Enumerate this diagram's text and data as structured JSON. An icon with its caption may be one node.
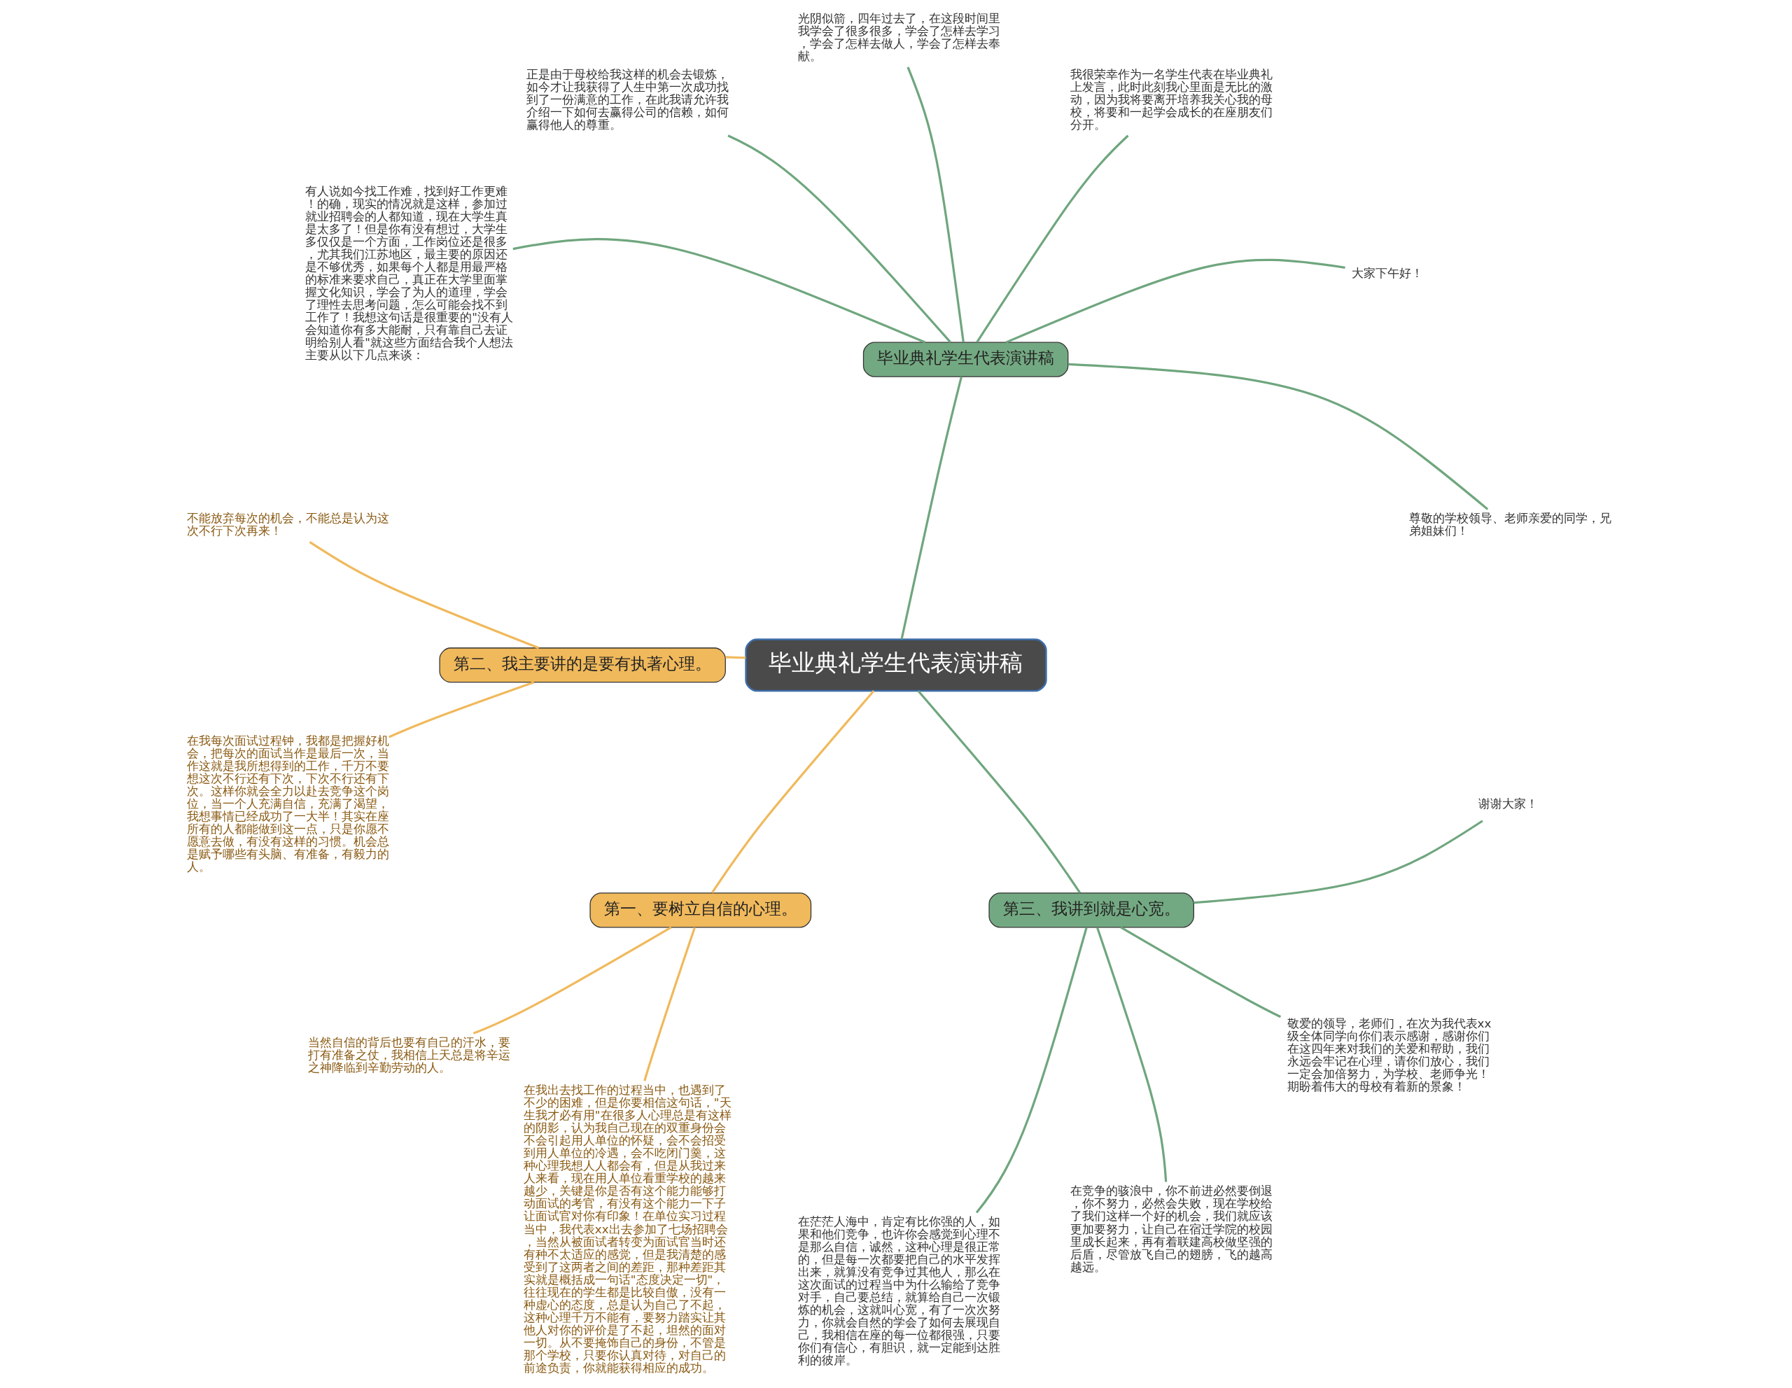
{
  "diagram": {
    "nodes": [
      {
        "text": [
          "毕业典礼学生代表演讲稿"
        ]
      },
      {
        "text": [
          "毕业典礼学生代表演讲稿"
        ]
      },
      {
        "text": [
          "尊敬的学校领导、老师亲爱的同学，兄弟姐妹们！"
        ]
      },
      {
        "text": [
          "大家下午好！"
        ]
      },
      {
        "text": [
          "我很荣幸作为一名学生代表在毕业典礼上发言，此时此刻我心里面是无比的激动，因为我将要离开培养我关心我的母校，将要和一起学会成长的在座朋友们分开。"
        ]
      },
      {
        "text": [
          "光阴似箭，四年过去了，在这段时间里我学会了很多很多，学会了怎样去学习，学会了怎样去做人，学会了怎样去奉献。"
        ]
      },
      {
        "text": [
          "正是由于母校给我这样的机会去锻炼，如今才让我获得了人生中第一次成功找到了一份满意的工作，在此我请允许我介绍一下如何去赢得公司的信赖，如何赢得他人的尊重。"
        ]
      },
      {
        "text": [
          "有人说如今找工作难，找到好工作更难！的确，现实的情况就是这样，参加过就业招聘会的人都知道，现在大学生真是太多了！但是你有没有想过，大学生多仅仅是一个方面，工作岗位还是很多，尤其我们江苏地区，最主要的原因还是不够优秀，如果每个人都是用最严格的标准来要求自己，真正在大学里面掌握文化知识，学会了为人的道理，学会了理性去思考问题，怎么可能会找不到工作了！我想这句话是很重要的\"没有人会知道你有多大能耐，只有靠自己去证明给别人看\"就这些方面结合我个人想法主要从以下几点来谈："
        ]
      },
      {
        "text": [
          "第二、我主要讲的是要有执著心理。"
        ]
      },
      {
        "text": [
          "不能放弃每次的机会，不能总是认为这次不行下次再来！"
        ]
      },
      {
        "text": [
          "在我每次面试过程钟，我都是把握好机会，把每次的面试当作是最后一次，当作这就是我所想得到的工作，千万不要想这次不行还有下次，下次不行还有下次。这样你就会全力以赴去竞争这个岗位，当一个人充满自信，充满了渴望，我想事情已经成功了一大半！其实在座所有的人都能做到这一点，只是你愿不愿意去做，有没有这样的习惯。机会总是赋予哪些有头脑、有准备，有毅力的人。"
        ]
      },
      {
        "text": [
          "第一、要树立自信的心理。"
        ]
      },
      {
        "text": [
          "当然自信的背后也要有自己的汗水，要打有准备之仗，我相信上天总是将辛运之神降临到辛勤劳动的人。"
        ]
      },
      {
        "text": [
          "在我出去找工作的过程当中，也遇到了不少的困难，但是你要相信这句话，\"天生我才必有用\"在很多人心理总是有这样的阴影，认为我自己现在的双重身份会不会引起用人单位的怀疑，会不会招受到用人单位的冷遇，会不吃闭门羹，这种心理我想人人都会有，但是从我过来人来看，现在用人单位看重学校的越来越少，关键是你是否有这个能力能够打动面试的考官，有没有这个能力一下子让面试官对你有印象！在单位实习过程当中，我代表xx出去参加了七场招聘会，当然从被面试者转变为面试官当时还有种不太适应的感觉，但是我清楚的感受到了这两者之间的差距，那种差距其实就是概括成一句话\"态度决定一切\"，往往现在的学生都是比较自傲，没有一种虚心的态度，总是认为自己了不起，这种心理千万不能有，要努力踏实让其他人对你的评价是了不起，坦然的面对一切。从不要掩饰自己的身份，不管是那个学校，只要你认真对待，对自己的前途负责，你就能获得相应的成功。"
        ]
      },
      {
        "text": [
          "第三、我讲到就是心宽。"
        ]
      },
      {
        "text": [
          "在茫茫人海中，肯定有比你强的人，如果和他们竞争，也许你会感觉到心理不是那么自信，诚然，这种心理是很正常的，但是每一次都要把自己的水平发挥出来，就算没有竞争过其他人，那么在这次面试的过程当中为什么输给了竞争对手，自己要总结，就算给自己一次锻炼的机会，这就叫心宽，有了一次次努力，你就会自然的学会了如何去展现自己，我相信在座的每一位都很强，只要你们有信心，有胆识，就一定能到达胜利的彼岸。"
        ]
      },
      {
        "text": [
          "在竞争的骇浪中，你不前进必然要倒退，你不努力，必然会失败，现在学校给了我们这样一个好的机会，我们就应该更加要努力，让自己在宿迁学院的校园里成长起来，再有着联建高校做坚强的后盾，尽管放飞自己的翅膀，飞的越高越远。"
        ]
      },
      {
        "text": [
          "敬爱的领导，老师们，在次为我代表xx级全体同学向你们表示感谢，感谢你们在这四年来对我们的关爱和帮助，我们永远会牢记在心理，请你们放心，我们一定会加倍努力，为学校、老师争光！期盼着伟大的母校有着新的景象！"
        ]
      },
      {
        "text": [
          "谢谢大家！"
        ]
      }
    ],
    "edges": [
      {
        "from": 0,
        "to": 1,
        "arrow": "none"
      },
      {
        "from": 1,
        "to": 2,
        "arrow": "none"
      },
      {
        "from": 1,
        "to": 3,
        "arrow": "none"
      },
      {
        "from": 1,
        "to": 4,
        "arrow": "none"
      },
      {
        "from": 1,
        "to": 5,
        "arrow": "none"
      },
      {
        "from": 1,
        "to": 6,
        "arrow": "none"
      },
      {
        "from": 1,
        "to": 7,
        "arrow": "none"
      },
      {
        "from": 0,
        "to": 8,
        "arrow": "none",
        "color": "#f0b95c"
      },
      {
        "from": 8,
        "to": 9,
        "arrow": "none",
        "color": "#f0b95c"
      },
      {
        "from": 8,
        "to": 10,
        "arrow": "none",
        "color": "#f0b95c"
      },
      {
        "from": 0,
        "to": 11,
        "arrow": "none",
        "color": "#f0b95c"
      },
      {
        "from": 11,
        "to": 12,
        "arrow": "none",
        "color": "#f0b95c"
      },
      {
        "from": 11,
        "to": 13,
        "arrow": "none",
        "color": "#f0b95c"
      },
      {
        "from": 0,
        "to": 14,
        "arrow": "none"
      },
      {
        "from": 14,
        "to": 15,
        "arrow": "none"
      },
      {
        "from": 14,
        "to": 16,
        "arrow": "none"
      },
      {
        "from": 14,
        "to": 17,
        "arrow": "none"
      },
      {
        "from": 14,
        "to": 18,
        "arrow": "none"
      }
    ]
  }
}
